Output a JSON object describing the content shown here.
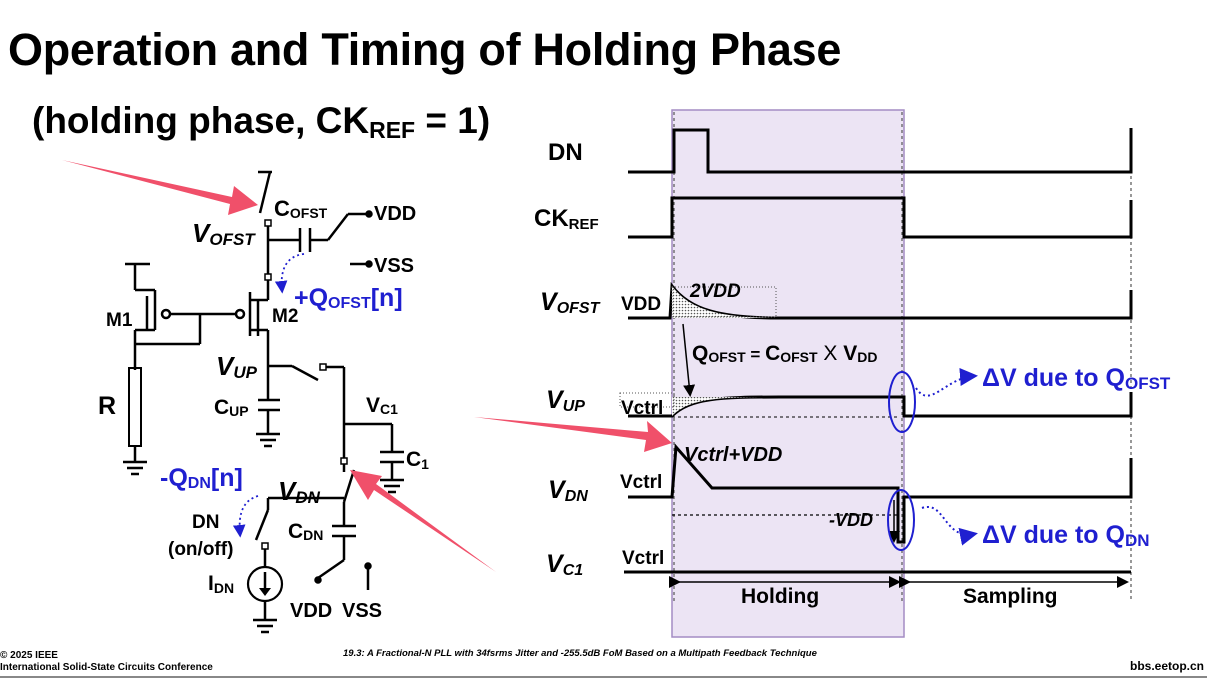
{
  "slide": {
    "title": "Operation and Timing of Holding Phase",
    "subtitle_pre": "(holding phase, CK",
    "subtitle_sub": "REF",
    "subtitle_post": " = 1)"
  },
  "circuit": {
    "c_ofst_main": "C",
    "c_ofst_sub": "OFST",
    "v_ofst_main": "V",
    "v_ofst_sub": "OFST",
    "vdd": "VDD",
    "vss": "VSS",
    "q_ofst_main": "+Q",
    "q_ofst_sub": "OFST",
    "q_ofst_tail": "[n]",
    "m1": "M1",
    "m2": "M2",
    "r": "R",
    "v_up_main": "V",
    "v_up_sub": "UP",
    "c_up_main": "C",
    "c_up_sub": "UP",
    "v_c1_main": "V",
    "v_c1_sub": "C1",
    "c1_main": "C",
    "c1_sub": "1",
    "q_dn_main": "-Q",
    "q_dn_sub": "DN",
    "q_dn_tail": "[n]",
    "v_dn_main": "V",
    "v_dn_sub": "DN",
    "dn_label": "DN",
    "dn_onoff": "(on/off)",
    "c_dn_main": "C",
    "c_dn_sub": "DN",
    "i_dn_main": "I",
    "i_dn_sub": "DN",
    "vdd_bottom": "VDD",
    "vss_bottom": "VSS"
  },
  "timing": {
    "signals": [
      {
        "main": "DN",
        "sub": ""
      },
      {
        "main": "CK",
        "sub": "REF"
      },
      {
        "main": "V",
        "sub": "OFST"
      },
      {
        "main": "V",
        "sub": "UP"
      },
      {
        "main": "V",
        "sub": "DN"
      },
      {
        "main": "V",
        "sub": "C1"
      }
    ],
    "vdd_level": "VDD",
    "two_vdd": "2VDD",
    "vctrl_up": "Vctrl",
    "vctrl_plus_vdd": "Vctrl+VDD",
    "vctrl_dn": "Vctrl",
    "minus_vdd": "-VDD",
    "vctrl_c1": "Vctrl",
    "charge_eq": {
      "q": "Q",
      "q_sub": "OFST",
      "eq": " = ",
      "c": "C",
      "c_sub": "OFST",
      "x": " X ",
      "v": "V",
      "v_sub": "DD"
    },
    "dv_ofst": {
      "pre": "ΔV due to Q",
      "sub": "OFST"
    },
    "dv_dn": {
      "pre": "ΔV due to Q",
      "sub": "DN"
    },
    "phase_holding": "Holding",
    "phase_sampling": "Sampling"
  },
  "footer": {
    "copyright": "© 2025 IEEE",
    "conference": "International Solid-State Circuits Conference",
    "paper": "19.3: A Fractional-N PLL with 34fsrms Jitter and -255.5dB FoM Based on a Multipath Feedback Technique",
    "page": "bbs.eetop.cn"
  },
  "colors": {
    "arrow_red": "#f0506a",
    "label_blue": "#1f1fd0",
    "holding_fill": "#ece4f4",
    "holding_border": "#a48cc4"
  }
}
